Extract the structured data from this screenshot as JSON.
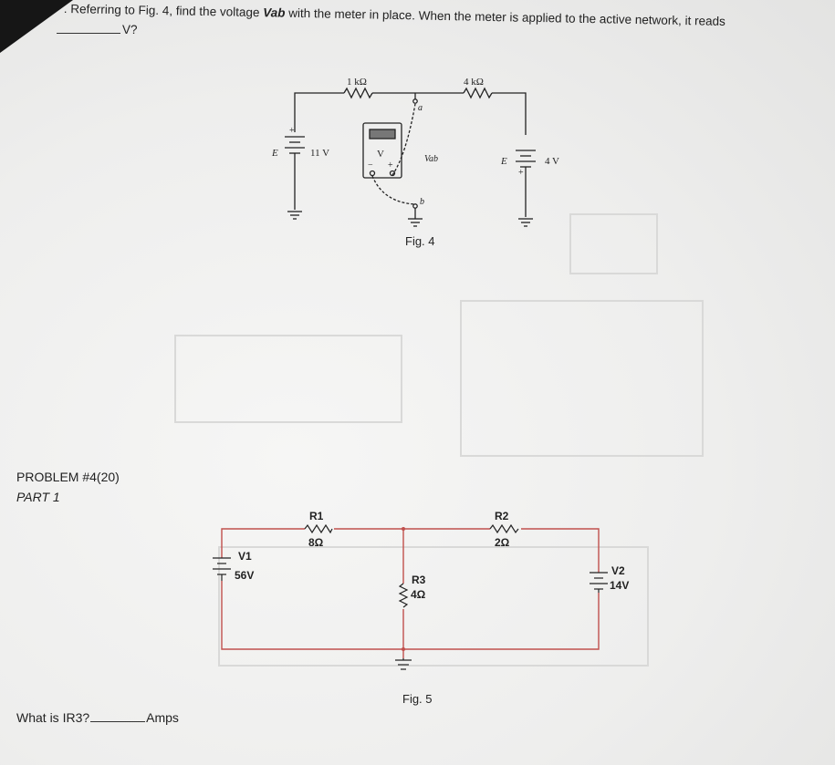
{
  "header": {
    "line1_prefix": ". Referring to Fig. 4, find the voltage ",
    "line1_var": "Vab",
    "line1_suffix": " with the meter in place. When the meter is applied to the active network, it reads",
    "line2_suffix": "V?"
  },
  "fig4": {
    "caption": "Fig. 4",
    "r_left": "1 kΩ",
    "r_right": "4 kΩ",
    "source_left_label": "E",
    "source_left_value": "11 V",
    "source_right_label": "E",
    "source_right_value": "4 V",
    "node_a": "a",
    "node_b": "b",
    "meter_v": "V",
    "meter_minus": "−",
    "meter_plus": "+",
    "vab_label": "Vab",
    "plus_sign": "+",
    "minus_sign": "−"
  },
  "problem": {
    "title": "PROBLEM #4(20)",
    "part": "PART 1"
  },
  "fig5": {
    "caption": "Fig. 5",
    "r1_name": "R1",
    "r1_value": "8Ω",
    "r2_name": "R2",
    "r2_value": "2Ω",
    "r3_name": "R3",
    "r3_value": "4Ω",
    "v1_name": "V1",
    "v1_value": "56V",
    "v2_name": "V2",
    "v2_value": "14V"
  },
  "question": {
    "prefix": "What is IR3?",
    "unit": "Amps"
  },
  "colors": {
    "wire_fig5": "#c0504d",
    "ink": "#222222"
  }
}
